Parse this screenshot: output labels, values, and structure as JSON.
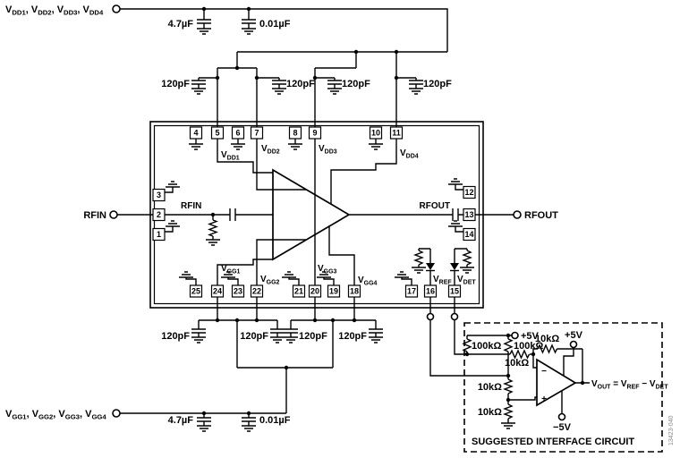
{
  "colors": {
    "ink": "#000000",
    "code_text": "#8c8c8c",
    "background": "#ffffff"
  },
  "figure_code": "13423-040",
  "supply_rails": {
    "vdd_terminal": "V~DD1~, V~DD2~, V~DD3~, V~DD4~",
    "vgg_terminal": "V~GG1~, V~GG2~, V~GG3~, V~GG4~",
    "bulk_cap": "4.7µF",
    "bypass_cap": "0.01µF",
    "rf_bypass_cap": "120pF"
  },
  "rf": {
    "rfin": "RFIN",
    "rfout": "RFOUT"
  },
  "pins": {
    "p1": "1",
    "p2": "2",
    "p3": "3",
    "p4": "4",
    "p5": "5",
    "p6": "6",
    "p7": "7",
    "p8": "8",
    "p9": "9",
    "p10": "10",
    "p11": "11",
    "p12": "12",
    "p13": "13",
    "p14": "14",
    "p15": "15",
    "p16": "16",
    "p17": "17",
    "p18": "18",
    "p19": "19",
    "p20": "20",
    "p21": "21",
    "p22": "22",
    "p23": "23",
    "p24": "24",
    "p25": "25"
  },
  "pin_labels": {
    "rfin": "RFIN",
    "rfout": "RFOUT",
    "vdd1": "V~DD1~",
    "vdd2": "V~DD2~",
    "vdd3": "V~DD3~",
    "vdd4": "V~DD4~",
    "vgg1": "V~GG1~",
    "vgg2": "V~GG2~",
    "vgg3": "V~GG3~",
    "vgg4": "V~GG4~",
    "vref": "V~REF~",
    "vdet": "V~DET~"
  },
  "interface_circuit": {
    "title": "SUGGESTED INTERFACE CIRCUIT",
    "pos_supply": "+5V",
    "neg_supply": "−5V",
    "pullup_resistor": "100kΩ",
    "resistor_10k": "10kΩ",
    "output_equation": "V~OUT~ = V~REF~ − V~DET~",
    "opamp_minus": "−",
    "opamp_plus": "+"
  }
}
